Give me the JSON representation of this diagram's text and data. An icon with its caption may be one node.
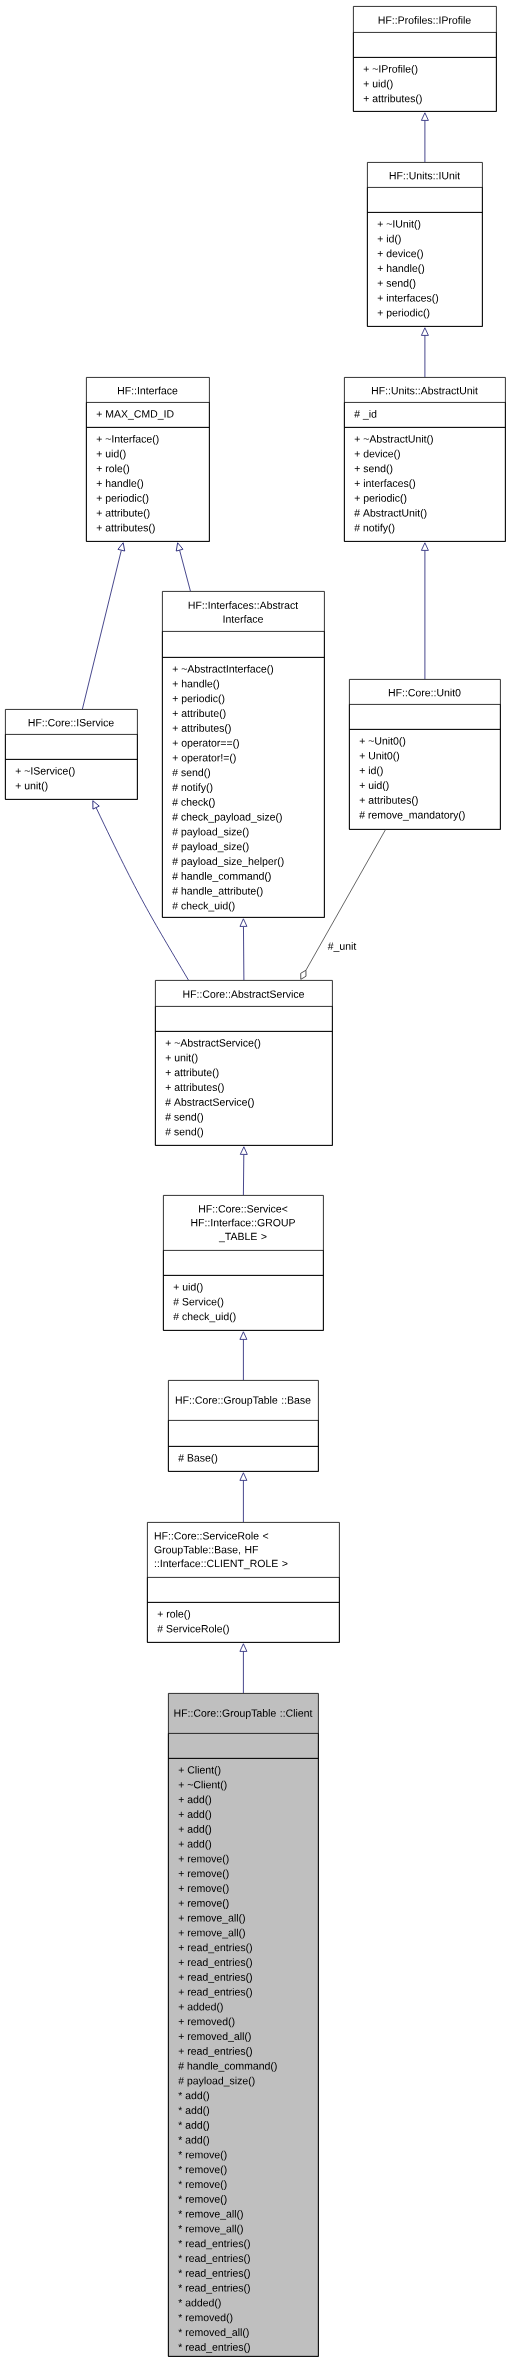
{
  "diagram": {
    "nodes": [
      {
        "text": [
          "HF::Profiles::IProfile"
        ]
      },
      {
        "text": [],
        "shape": "box",
        "in": 0
      },
      {
        "text": [
          "+ ~IProfile()",
          "+ uid()",
          "+ attributes()"
        ],
        "in": 0
      },
      {
        "text": [
          "HF::Units::IUnit"
        ]
      },
      {
        "text": [],
        "shape": "box",
        "in": 3
      },
      {
        "text": [
          "+ ~IUnit()",
          "+ id()",
          "+ device()",
          "+ handle()",
          "+ send()",
          "+ interfaces()",
          "+ periodic()"
        ],
        "in": 3
      },
      {
        "text": [
          "HF::Interface"
        ]
      },
      {
        "text": [
          "+ MAX_CMD_ID"
        ],
        "in": 6
      },
      {
        "text": [
          "+ ~Interface()",
          "+ uid()",
          "+ role()",
          "+ handle()",
          "+ periodic()",
          "+ attribute()",
          "+ attributes()"
        ],
        "in": 6
      },
      {
        "text": [
          "HF::Units::AbstractUnit"
        ]
      },
      {
        "text": [
          "# _id"
        ],
        "in": 9
      },
      {
        "text": [
          "+ ~AbstractUnit()",
          "+ device()",
          "+ send()",
          "+ interfaces()",
          "+ periodic()",
          "# AbstractUnit()",
          "# notify()"
        ],
        "in": 9
      },
      {
        "text": [
          "HF::Core::IService"
        ]
      },
      {
        "text": [],
        "shape": "box",
        "in": 12
      },
      {
        "text": [
          "+ ~IService()",
          "+ unit()"
        ],
        "in": 12
      },
      {
        "text": [
          "HF::Interfaces::Abstract Interface"
        ]
      },
      {
        "text": [],
        "shape": "box",
        "in": 15
      },
      {
        "text": [
          "+ ~AbstractInterface()",
          "+ handle()",
          "+ periodic()",
          "+ attribute()",
          "+ attributes()",
          "+ operator==()",
          "+ operator!=()",
          "# send()",
          "# notify()",
          "# check()",
          "# check_payload_size()",
          "# payload_size()",
          "# payload_size()",
          "# payload_size_helper()",
          "# handle_command()",
          "# handle_attribute()",
          "# check_uid()"
        ],
        "in": 15
      },
      {
        "text": [
          "HF::Core::Unit0"
        ]
      },
      {
        "text": [],
        "shape": "box",
        "in": 18
      },
      {
        "text": [
          "+ ~Unit0()",
          "+ Unit0()",
          "+ id()",
          "+ uid()",
          "+ attributes()",
          "# remove_mandatory()"
        ],
        "in": 18
      },
      {
        "text": [
          "HF::Core::AbstractService"
        ]
      },
      {
        "text": [],
        "shape": "box",
        "in": 21
      },
      {
        "text": [
          "+ ~AbstractService()",
          "+ unit()",
          "+ attribute()",
          "+ attributes()",
          "# AbstractService()",
          "# send()",
          "# send()"
        ],
        "in": 21
      },
      {
        "text": [
          "HF::Core::Service< HF::Interface::GROUP _TABLE >"
        ]
      },
      {
        "text": [],
        "shape": "box",
        "in": 24
      },
      {
        "text": [
          "+ uid()",
          "# Service()",
          "# check_uid()"
        ],
        "in": 24
      },
      {
        "text": [
          "HF::Core::GroupTable ::Base"
        ]
      },
      {
        "text": [],
        "shape": "box",
        "in": 27
      },
      {
        "text": [
          "# Base()"
        ],
        "in": 27
      },
      {
        "text": [
          "HF::Core::ServiceRole < GroupTable::Base, HF ::Interface::CLIENT_ROLE >"
        ]
      },
      {
        "text": [],
        "shape": "box",
        "in": 30
      },
      {
        "text": [
          "+ role()",
          "# ServiceRole()"
        ],
        "in": 30
      },
      {
        "text": [
          "HF::Core::GroupTable ::Client"
        ]
      },
      {
        "text": [],
        "shape": "box",
        "in": 33
      },
      {
        "text": [
          "+ Client()",
          "+ ~Client()",
          "+ add()",
          "+ add()",
          "+ add()",
          "+ add()",
          "+ remove()",
          "+ remove()",
          "+ remove()",
          "+ remove()",
          "+ remove_all()",
          "+ remove_all()",
          "+ read_entries()",
          "+ read_entries()",
          "+ read_entries()",
          "+ read_entries()",
          "+ added()",
          "+ removed()",
          "+ removed_all()",
          "+ read_entries()",
          "# handle_command()",
          "# payload_size()",
          "* add()",
          "* add()",
          "* add()",
          "* add()",
          "* remove()",
          "* remove()",
          "* remove()",
          "* remove()",
          "* remove_all()",
          "* remove_all()",
          "* read_entries()",
          "* read_entries()",
          "* read_entries()",
          "* read_entries()",
          "* added()",
          "* removed()",
          "* removed_all()",
          "* read_entries()"
        ],
        "in": 33
      }
    ],
    "edges": [
      {
        "from": 3,
        "to": 0,
        "arrow": "to"
      },
      {
        "from": 9,
        "to": 3,
        "arrow": "to"
      },
      {
        "from": 12,
        "to": 6,
        "arrow": "to"
      },
      {
        "from": 15,
        "to": 6,
        "arrow": "to"
      },
      {
        "from": 18,
        "to": 9,
        "arrow": "to"
      },
      {
        "from": 21,
        "to": 12,
        "arrow": "to"
      },
      {
        "from": 21,
        "to": 15,
        "arrow": "to"
      },
      {
        "from": 18,
        "to": 21,
        "arrow": "other",
        "label": "#_unit",
        "color": "#404040"
      },
      {
        "from": 24,
        "to": 21,
        "arrow": "to"
      },
      {
        "from": 27,
        "to": 24,
        "arrow": "to"
      },
      {
        "from": 30,
        "to": 27,
        "arrow": "to"
      },
      {
        "from": 33,
        "to": 30,
        "arrow": "to"
      }
    ]
  }
}
